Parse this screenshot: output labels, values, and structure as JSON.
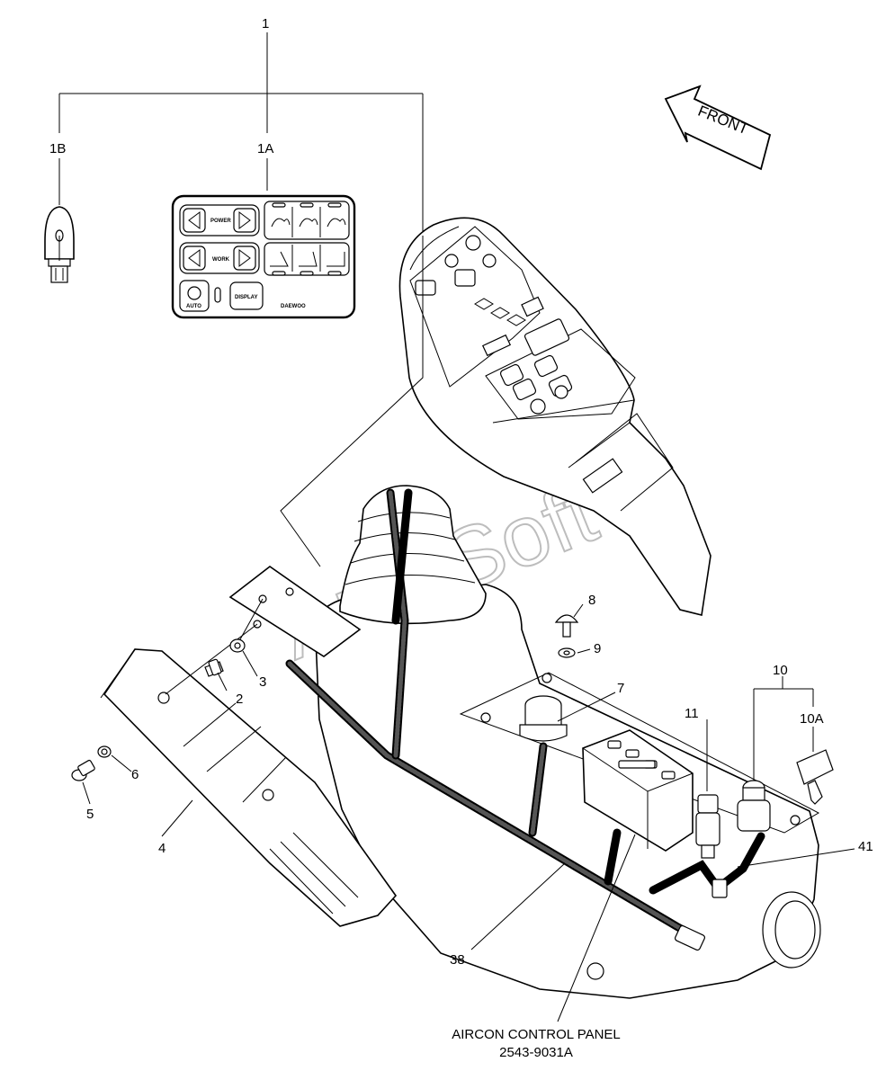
{
  "callouts": {
    "c1": "1",
    "c1A": "1A",
    "c1B": "1B",
    "c2": "2",
    "c3": "3",
    "c4": "4",
    "c5": "5",
    "c6": "6",
    "c7": "7",
    "c8": "8",
    "c9": "9",
    "c10": "10",
    "c10A": "10A",
    "c11": "11",
    "c38": "38",
    "c41": "41"
  },
  "front_label": "FRONT",
  "caption": {
    "line1": "AIRCON CONTROL PANEL",
    "line2": "2543-9031A"
  },
  "panel_1A": {
    "power": "POWER",
    "work": "WORK",
    "auto": "AUTO",
    "display": "DISPLAY",
    "brand": "DAEWOO"
  },
  "watermark": "AutoSoft"
}
